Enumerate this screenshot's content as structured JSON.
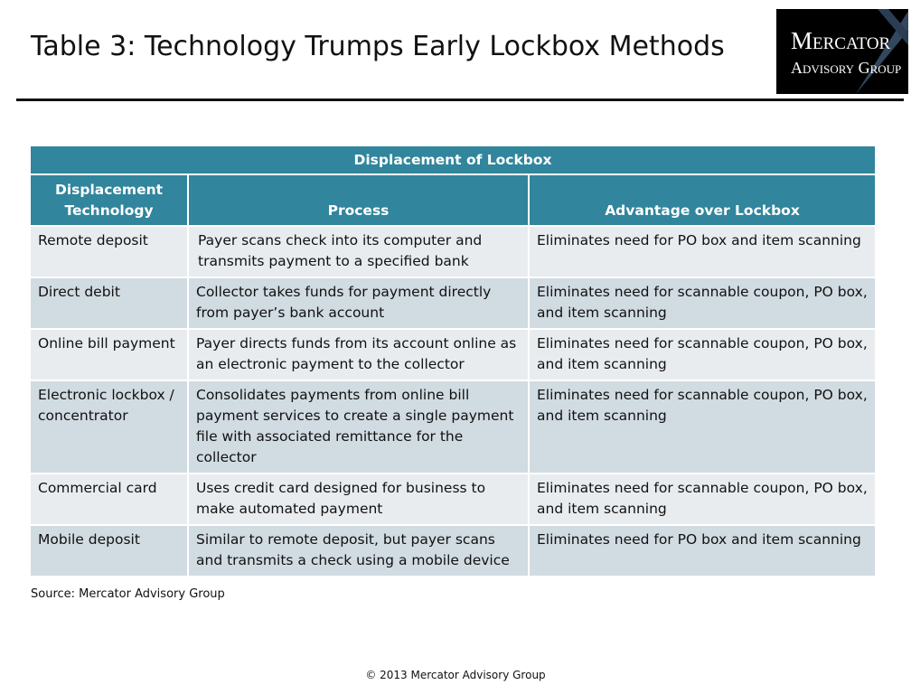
{
  "slide": {
    "title": "Table 3:  Technology Trumps Early Lockbox Methods",
    "logo": {
      "line1": "Mercator",
      "line2": "Advisory Group",
      "icon": "x-mark"
    },
    "source": "Source: Mercator Advisory Group",
    "copyright": "© 2013 Mercator Advisory Group"
  },
  "table": {
    "caption": "Displacement of Lockbox",
    "headers": [
      "Displacement Technology",
      "Process",
      "Advantage over Lockbox"
    ],
    "header_color": "#31859c",
    "row_colors": [
      "#e9ecef",
      "#d1dbe2"
    ],
    "rows": [
      [
        "Remote deposit",
        "Payer scans check into its computer and transmits payment to a specified bank",
        "Eliminates need for PO box and item scanning"
      ],
      [
        "Direct debit",
        "Collector takes funds for payment directly from payer’s bank account",
        "Eliminates need for scannable coupon, PO box, and item scanning"
      ],
      [
        "Online bill payment",
        "Payer directs funds from its account online as an electronic payment to the collector",
        "Eliminates need for scannable coupon, PO box, and item scanning"
      ],
      [
        "Electronic lockbox / concentrator",
        "Consolidates payments from online bill payment services to create a single payment file with associated remittance for the collector",
        "Eliminates need for scannable coupon, PO box, and item scanning"
      ],
      [
        "Commercial card",
        "Uses credit card designed for business to make automated payment",
        "Eliminates need for scannable coupon, PO box, and item scanning"
      ],
      [
        "Mobile deposit",
        "Similar to remote deposit, but payer scans and transmits a check using a mobile device",
        "Eliminates need for PO box and item scanning"
      ]
    ]
  }
}
